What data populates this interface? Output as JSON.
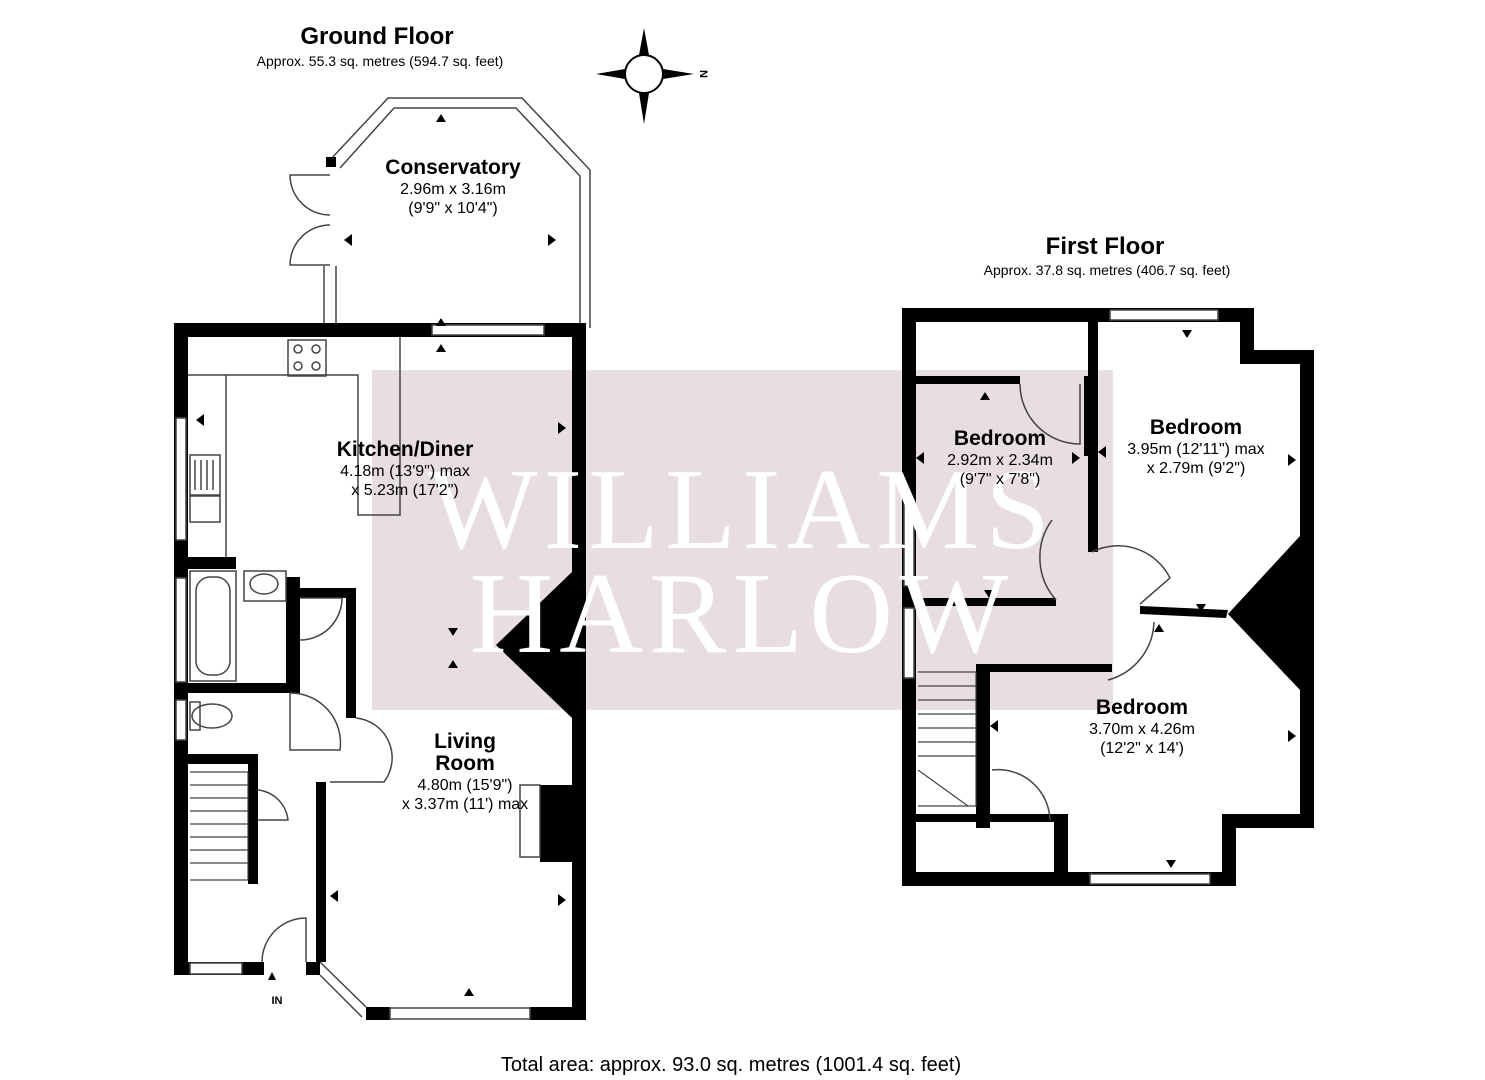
{
  "ground_floor": {
    "title": "Ground Floor",
    "area": "Approx. 55.3 sq. metres (594.7 sq. feet)",
    "rooms": {
      "conservatory": {
        "name": "Conservatory",
        "dim1": "2.96m x 3.16m",
        "dim2": "(9'9\" x 10'4\")"
      },
      "kitchen": {
        "name": "Kitchen/Diner",
        "dim1": "4.18m (13'9\") max",
        "dim2": "x 5.23m (17'2\")"
      },
      "living": {
        "name1": "Living",
        "name2": "Room",
        "dim1": "4.80m (15'9\")",
        "dim2": "x 3.37m (11') max"
      }
    },
    "entrance_label": "IN"
  },
  "first_floor": {
    "title": "First Floor",
    "area": "Approx. 37.8 sq. metres (406.7 sq. feet)",
    "rooms": {
      "bedroom_small": {
        "name": "Bedroom",
        "dim1": "2.92m x 2.34m",
        "dim2": "(9'7\" x 7'8\")"
      },
      "bedroom_right": {
        "name": "Bedroom",
        "dim1": "3.95m (12'11\") max",
        "dim2": "x 2.79m (9'2\")"
      },
      "bedroom_main": {
        "name": "Bedroom",
        "dim1": "3.70m x 4.26m",
        "dim2": "(12'2\" x 14')"
      }
    }
  },
  "compass": {
    "label": "N"
  },
  "watermark": {
    "line1": "WILLIAMS",
    "line2": "HARLOW",
    "color": "#e8dde1"
  },
  "total_area": "Total area: approx. 93.0 sq. metres (1001.4 sq. feet)",
  "colors": {
    "wall": "#000000",
    "window": "#ffffff",
    "line": "#444444"
  }
}
